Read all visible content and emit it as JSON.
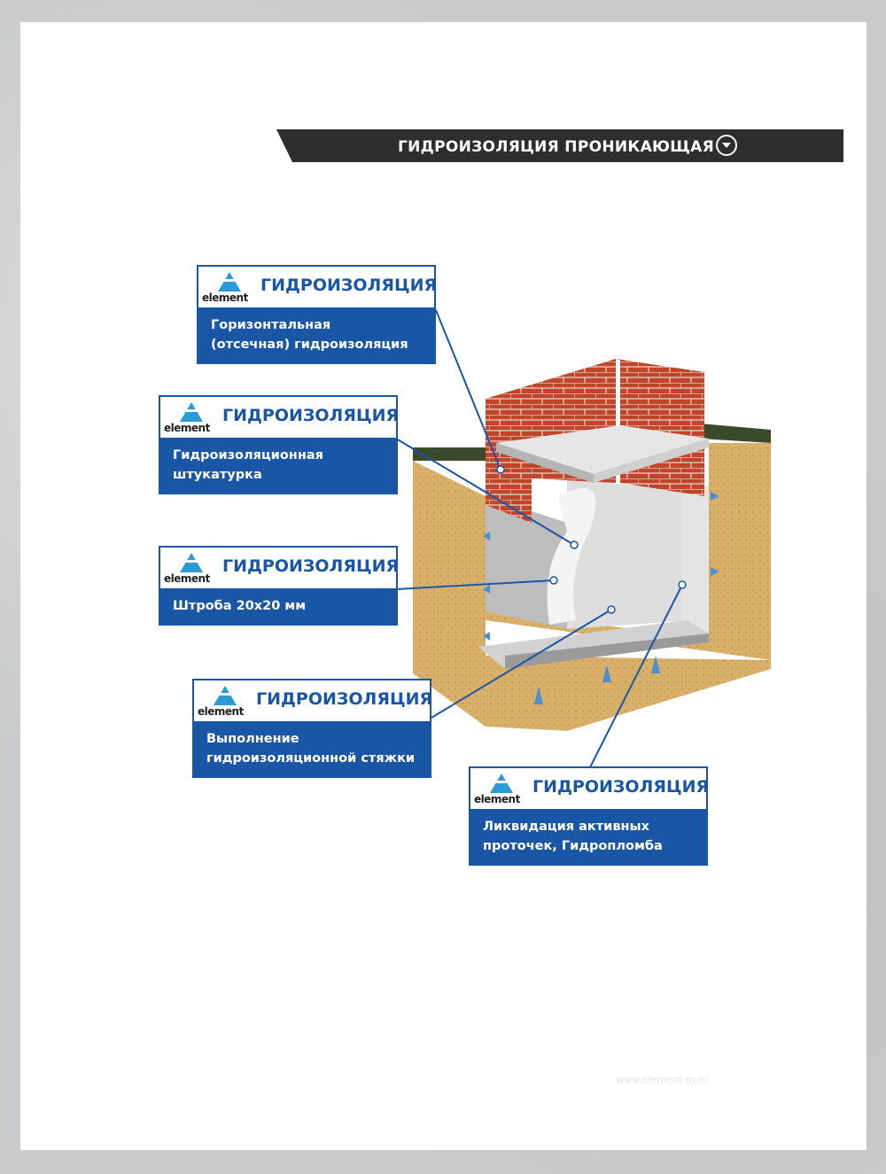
{
  "banner": {
    "title": "ГИДРОИЗОЛЯЦИЯ ПРОНИКАЮЩАЯ",
    "icon": "chevron-down-circle-icon"
  },
  "callouts": [
    {
      "logo": "element",
      "brand": "ГИДРОИЗОЛЯЦИЯ",
      "desc_line1": "Горизонтальная",
      "desc_line2": "(отсечная) гидроизоляция"
    },
    {
      "logo": "element",
      "brand": "ГИДРОИЗОЛЯЦИЯ",
      "desc_line1": "Гидроизоляционная",
      "desc_line2": "штукатурка"
    },
    {
      "logo": "element",
      "brand": "ГИДРОИЗОЛЯЦИЯ",
      "desc_line1": "Штроба 20х20 мм",
      "desc_line2": ""
    },
    {
      "logo": "element",
      "brand": "ГИДРОИЗОЛЯЦИЯ",
      "desc_line1": "Выполнение",
      "desc_line2": "гидроизоляционной стяжки"
    },
    {
      "logo": "element",
      "brand": "ГИДРОИЗОЛЯЦИЯ",
      "desc_line1": "Ликвидация активных",
      "desc_line2": "проточек, Гидропломба"
    }
  ],
  "footer": {
    "url": "www.element-m.ru"
  },
  "colors": {
    "brand_blue": "#1a56a6",
    "logo_blue": "#2a9ad8",
    "brick": "#c0452a",
    "soil": "#d9b06a",
    "banner": "#2e2e2e"
  }
}
